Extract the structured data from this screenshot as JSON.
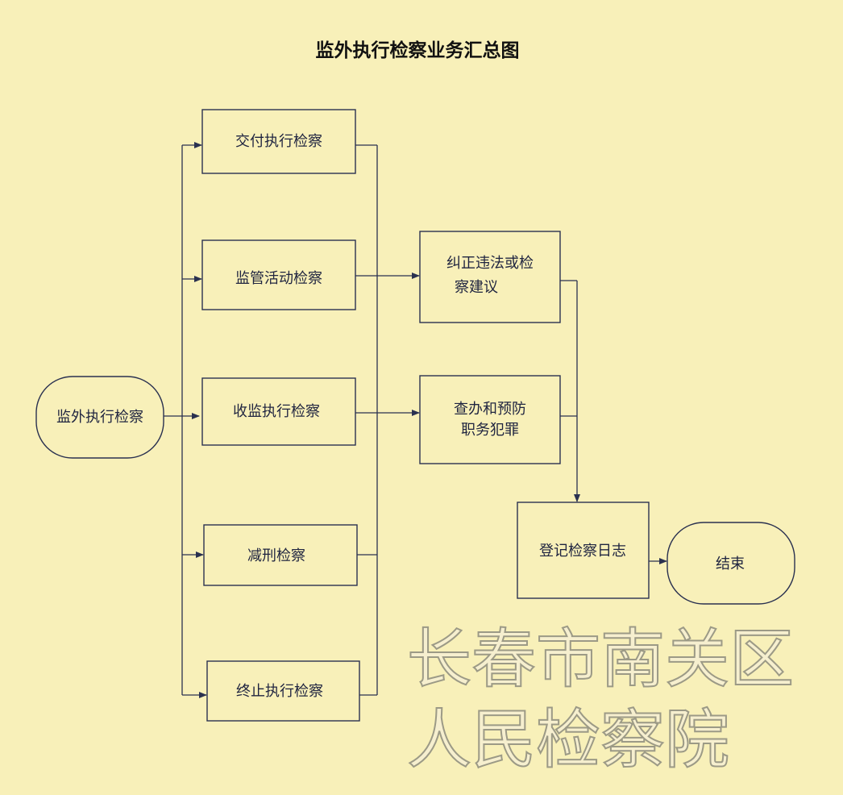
{
  "title": "监外执行检察业务汇总图",
  "nodes": {
    "start": "监外执行检察",
    "handover": "交付执行检察",
    "supervision": "监管活动检察",
    "admission": "收监执行检察",
    "commutation": "减刑检察",
    "termination": "终止执行检察",
    "correct_line1": "纠正违法或检",
    "correct_line2": "察建议",
    "investigate_line1": "查办和预防",
    "investigate_line2": "职务犯罪",
    "log": "登记检察日志",
    "end": "结束"
  },
  "watermark": "长春市南关区人民检察院",
  "colors": {
    "background": "#f8f0b9",
    "line": "#2a3150"
  }
}
